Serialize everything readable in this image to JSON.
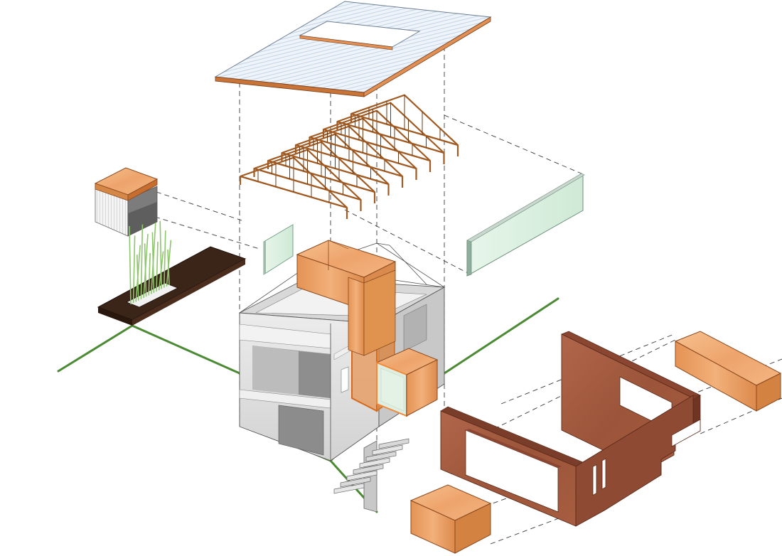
{
  "colors": {
    "background": "#ffffff",
    "timber_light": "#f3b07a",
    "timber_mid": "#e08f55",
    "timber_dark": "#c46a2c",
    "corten": "#a35a3f",
    "corten_dark": "#7a3d2a",
    "glass": "#dff2e4",
    "concrete_light": "#e6e6e6",
    "concrete_mid": "#cfcfcf",
    "concrete_dark": "#8c8c8c",
    "ground_line": "#4d8a35",
    "decking": "#3b2418",
    "roof_panel": "#e9f1f8",
    "roof_stripe": "#b9cde3",
    "truss": "#a05a22",
    "reeds": "#8cc56a"
  },
  "components": [
    {
      "id": "roof-panel",
      "label": ""
    },
    {
      "id": "roof-trusses",
      "label": ""
    },
    {
      "id": "timber-cube-left",
      "label": ""
    },
    {
      "id": "deck-with-reeds",
      "label": ""
    },
    {
      "id": "glass-panel-small",
      "label": ""
    },
    {
      "id": "glass-wall-large",
      "label": ""
    },
    {
      "id": "concrete-core",
      "label": ""
    },
    {
      "id": "timber-volumes",
      "label": ""
    },
    {
      "id": "stair",
      "label": ""
    },
    {
      "id": "corten-wall-u",
      "label": ""
    },
    {
      "id": "corten-wall-back",
      "label": ""
    },
    {
      "id": "timber-bench-right",
      "label": ""
    },
    {
      "id": "timber-bench-bottom",
      "label": ""
    }
  ]
}
